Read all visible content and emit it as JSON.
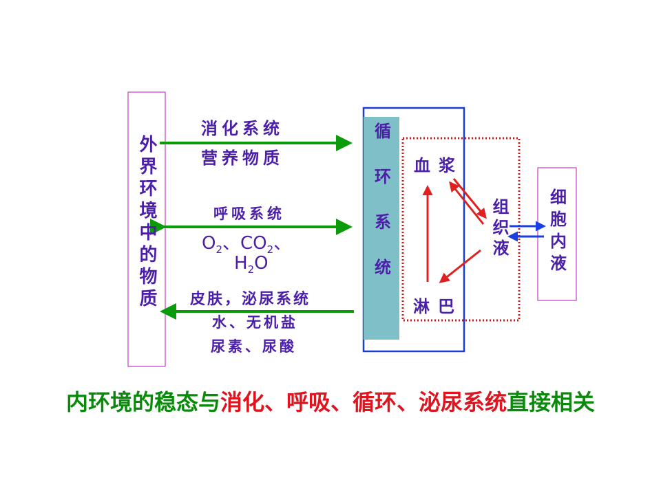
{
  "outside": {
    "label": "外界环境中的物质"
  },
  "cell": {
    "label": "细胞内液"
  },
  "circulation": {
    "label": "循环系统"
  },
  "fluids": {
    "plasma": "血浆",
    "lymph": "淋巴",
    "tissue": "组织液"
  },
  "channels": {
    "digestive": {
      "system": "消化系统",
      "substance": "营养物质"
    },
    "respiratory": {
      "system": "呼吸系统",
      "o2": "O",
      "o2_sub": "2",
      "co2": "、CO",
      "co2_sub": "2",
      "tail": "、",
      "h": "H",
      "h_sub": "2",
      "o": "O"
    },
    "excretory": {
      "system": "皮肤，泌尿系统",
      "line2": "水、无机盐",
      "line3": "尿素、尿酸"
    }
  },
  "caption": [
    {
      "text": "内环境的稳态与",
      "color": "#0a8a0a"
    },
    {
      "text": "消化、呼吸、循环、泌尿系统",
      "color": "#e0141e"
    },
    {
      "text": "直接相关",
      "color": "#0a8a0a"
    }
  ],
  "colors": {
    "outside_border": "#c040c0",
    "circulation_border": "#1a3fd0",
    "circulation_fill": "#7fbfc8",
    "inner_box_border": "#d01818",
    "green_arrow": "#0a9a0a",
    "red_arrow": "#e02020",
    "blue_arrow": "#1a3fe0"
  }
}
